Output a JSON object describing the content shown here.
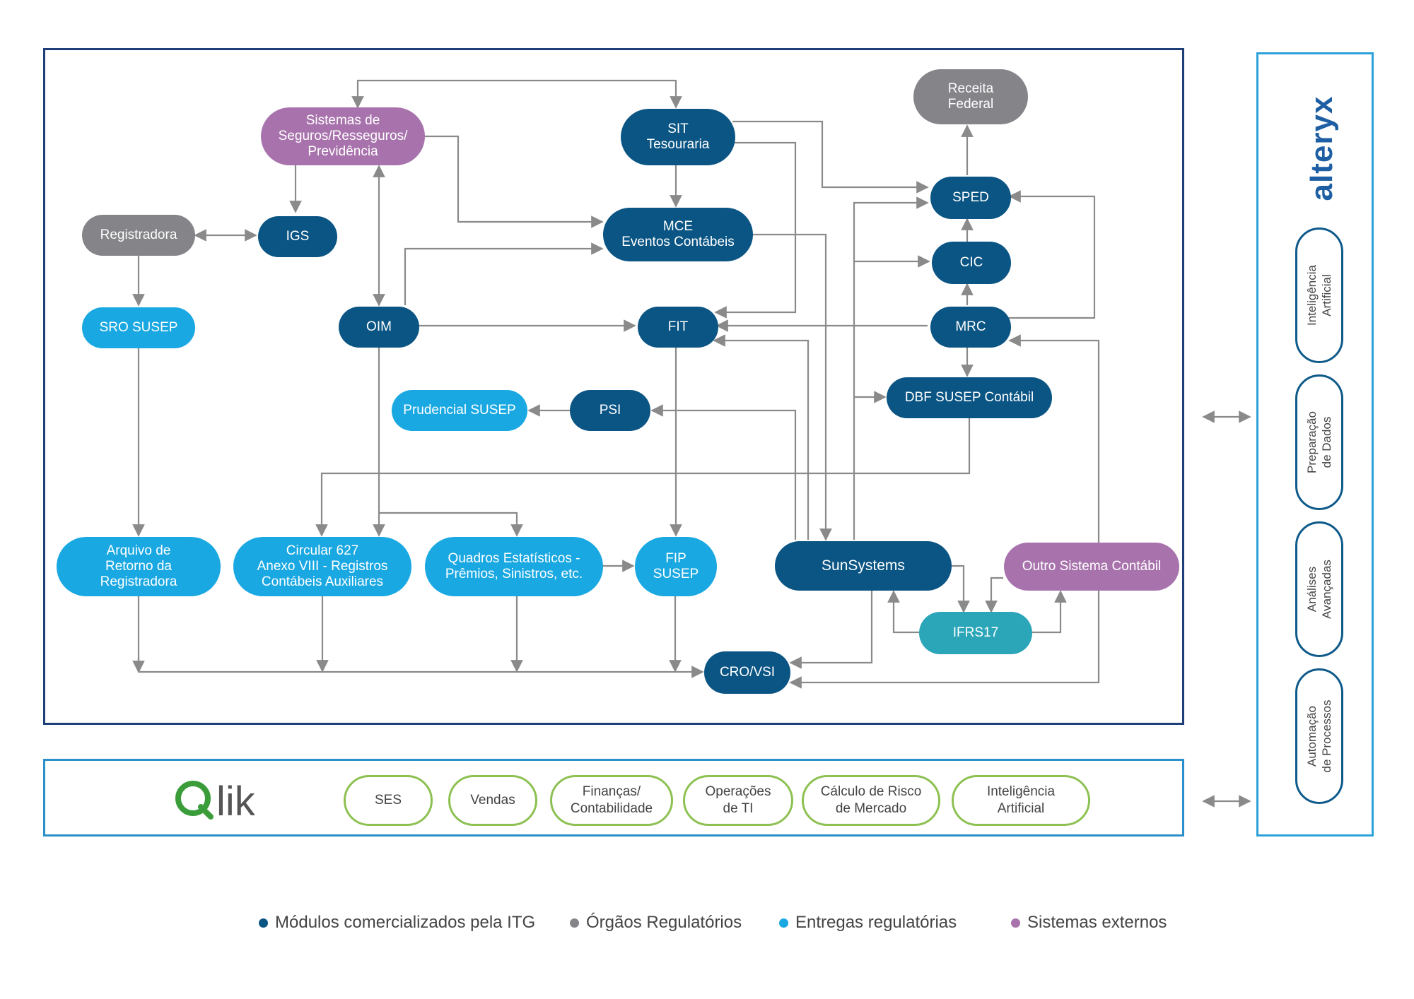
{
  "nodes": {
    "receita_federal": "Receita\nFederal",
    "sistemas_seguros": "Sistemas de\nSeguros/Resseguros/\nPrevidência",
    "sit": "SIT\nTesouraria",
    "sped": "SPED",
    "registradora": "Registradora",
    "igs": "IGS",
    "mce": "MCE\nEventos Contábeis",
    "cic": "CIC",
    "sro": "SRO SUSEP",
    "oim": "OIM",
    "fit": "FIT",
    "mrc": "MRC",
    "prudencial": "Prudencial SUSEP",
    "psi": "PSI",
    "dbf": "DBF SUSEP Contábil",
    "arquivo": "Arquivo de\nRetorno da\nRegistradora",
    "circular": "Circular 627\nAnexo VIII - Registros\nContábeis Auxiliares",
    "quadros": "Quadros Estatísticos -\nPrêmios, Sinistros, etc.",
    "fip": "FIP\nSUSEP",
    "sunsystems": "SunSystems",
    "outro": "Outro Sistema Contábil",
    "ifrs17": "IFRS17",
    "cro": "CRO/VSI"
  },
  "qlik": {
    "logo": "Qlik",
    "pills": [
      "SES",
      "Vendas",
      "Finanças/\nContabilidade",
      "Operações\nde TI",
      "Cálculo de Risco\nde Mercado",
      "Inteligência\nArtificial"
    ]
  },
  "alteryx": {
    "logo": "alteryx",
    "pills": [
      "Inteligência\nArtificial",
      "Preparação\nde Dados",
      "Análises\nAvançadas",
      "Automação\nde Processos"
    ]
  },
  "legend": [
    {
      "label": "Módulos comercializados pela ITG",
      "color": "#0b5584"
    },
    {
      "label": "Órgãos Regulatórios",
      "color": "#848489"
    },
    {
      "label": "Entregas regulatórias",
      "color": "#1aa8e2"
    },
    {
      "label": "Sistemas externos",
      "color": "#a873ad"
    }
  ],
  "colors": {
    "modulo": "#0b5584",
    "regulador": "#848489",
    "entrega": "#1aa8e2",
    "externo": "#a873ad",
    "qlik_green": "#8dc152",
    "alteryx_blue": "#2ba2d9"
  }
}
